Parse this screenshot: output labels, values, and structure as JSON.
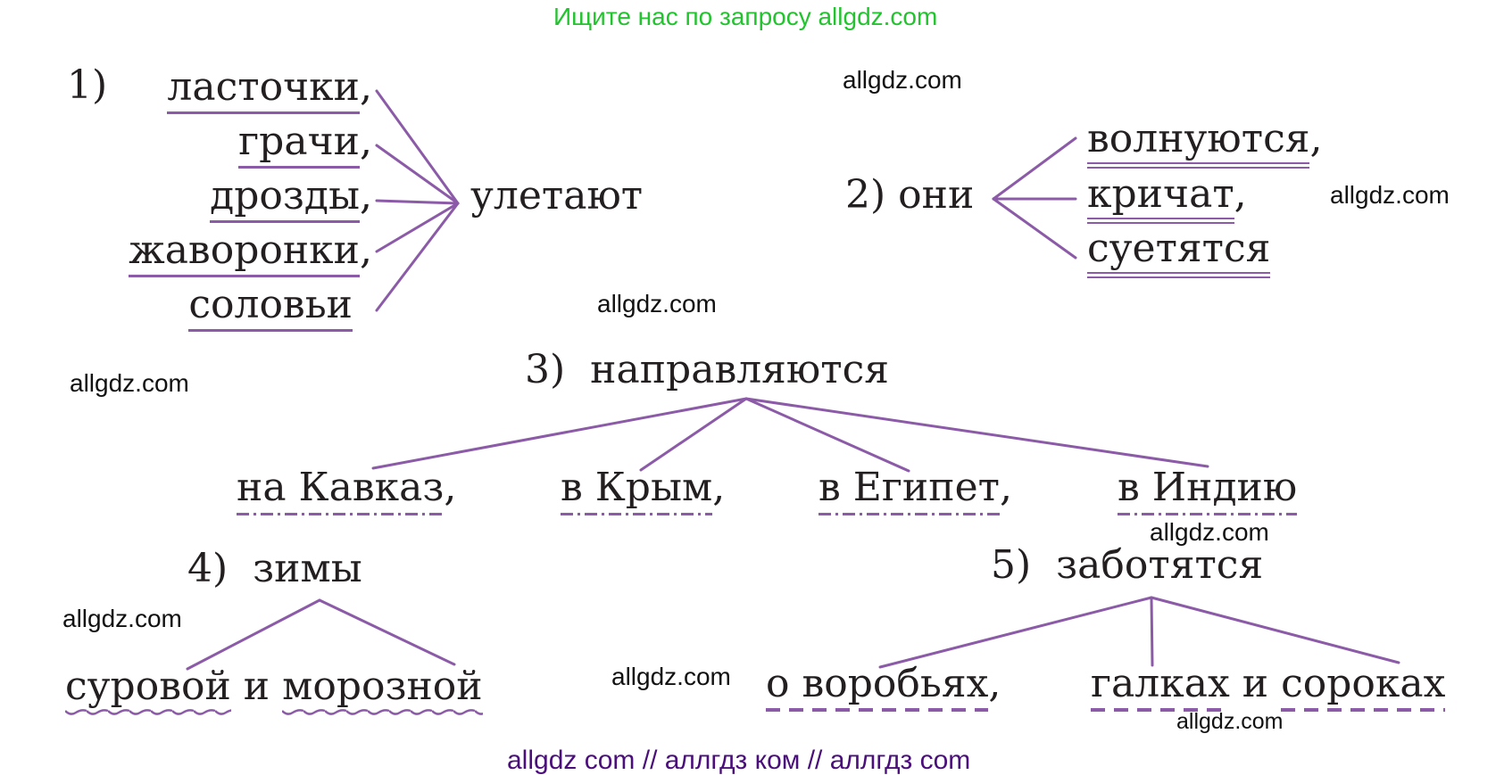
{
  "header": {
    "search_prompt": "Ищите нас по запросу allgdz.com",
    "color": "#22c32e"
  },
  "footer": {
    "text": "allgdz com  //  аллгдз ком  //  аллгдз com",
    "color": "#4a0f7a"
  },
  "accent_color": "#8c5ba8",
  "watermarks": [
    "allgdz.com",
    "allgdz.com",
    "allgdz.com",
    "allgdz.com",
    "allgdz.com",
    "allgdz.com",
    "allgdz.com",
    "allgdz.com"
  ],
  "exercise": {
    "item1": {
      "number": "1)",
      "subjects": [
        "ласточки",
        "грачи",
        "дрозды",
        "жаворонки",
        "соловьи"
      ],
      "commas": [
        ",",
        ",",
        ",",
        ",",
        ""
      ],
      "predicate": "улетают"
    },
    "item2": {
      "number": "2)",
      "subject": "они",
      "predicates": [
        "волнуются",
        "кричат",
        "суетятся"
      ],
      "commas": [
        ",",
        ",",
        ""
      ]
    },
    "item3": {
      "number": "3)",
      "predicate": "направляются",
      "adverbials": [
        "на Кавказ",
        "в Крым",
        "в Египет",
        "в Индию"
      ],
      "commas": [
        ",",
        ",",
        ",",
        ""
      ]
    },
    "item4": {
      "number": "4)",
      "noun": "зимы",
      "attributes": [
        "суровой",
        "морозной"
      ],
      "conjunction": "и"
    },
    "item5": {
      "number": "5)",
      "predicate": "заботятся",
      "objects": [
        "о воробьях",
        "галках",
        "сороках"
      ],
      "comma": ",",
      "conjunction": "и"
    }
  }
}
